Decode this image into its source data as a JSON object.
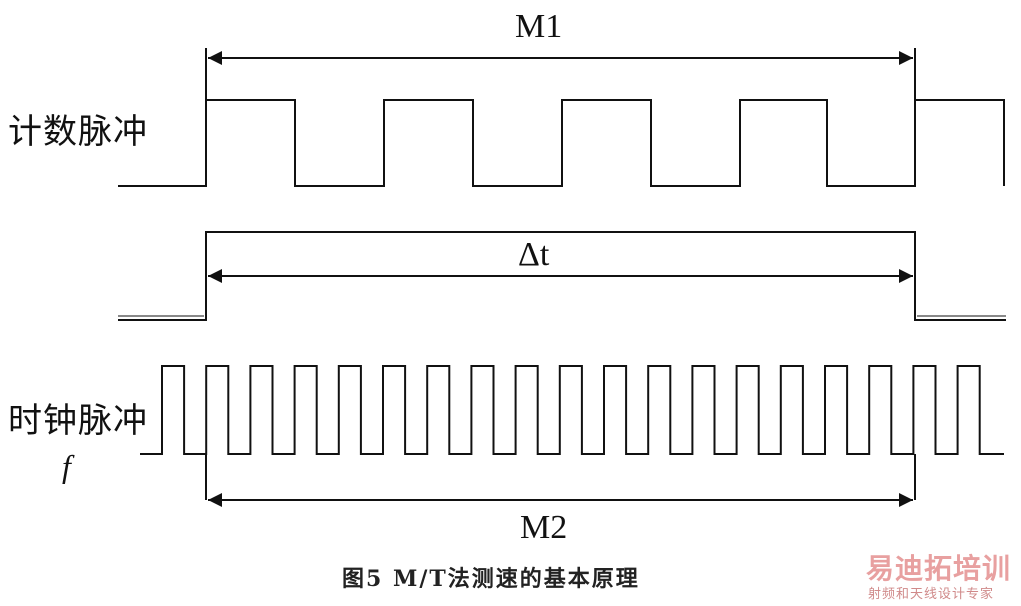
{
  "labels": {
    "count_pulse": "计数脉冲",
    "clock_pulse": "时钟脉冲",
    "clock_symbol": "f",
    "m1": "M1",
    "delta_t": "Δt",
    "m2": "M2"
  },
  "caption": "图5 M/T法测速的基本原理",
  "watermark": {
    "main": "易迪拓培训",
    "sub": "射频和天线设计专家"
  },
  "colors": {
    "line": "#111111",
    "watermark": "#e8a0a0"
  }
}
